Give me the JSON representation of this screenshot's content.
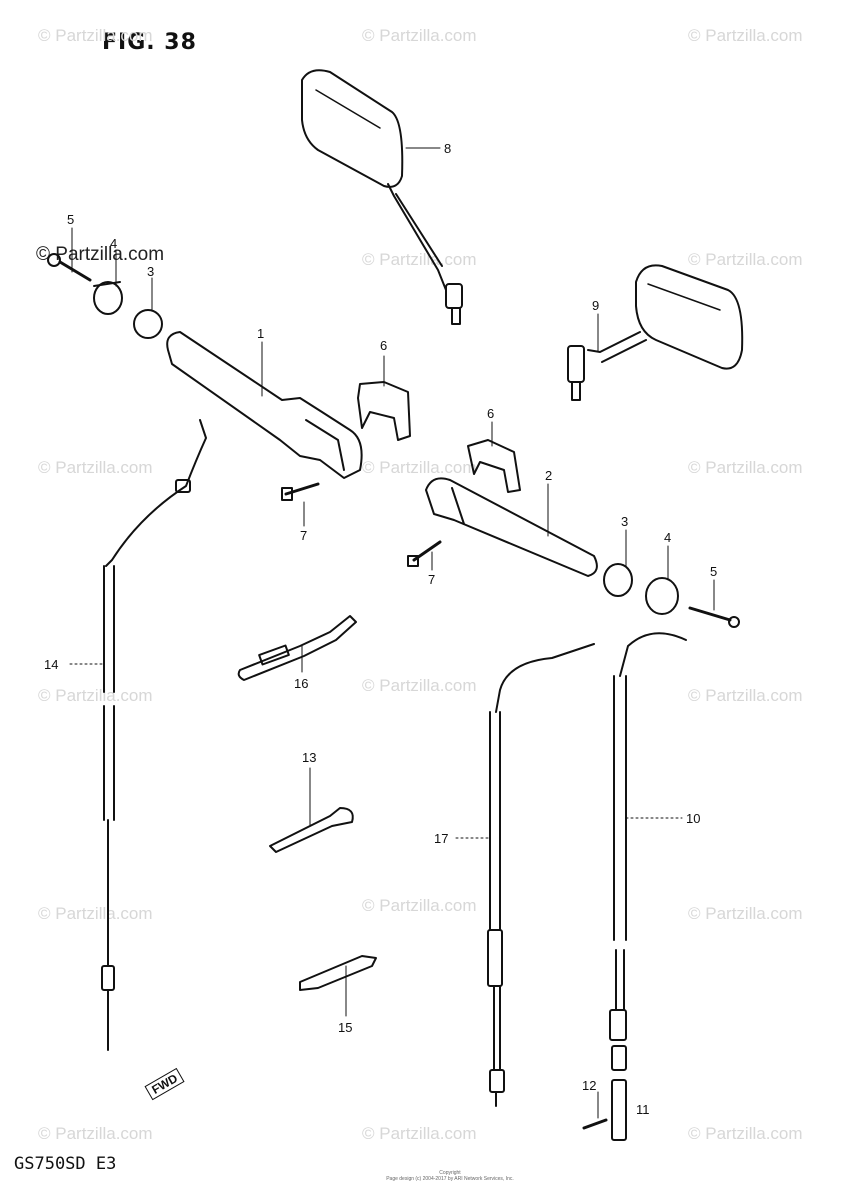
{
  "figure_title": "FIG. 38",
  "model_label": "GS750SD E3",
  "watermark_text": "© Partzilla.com",
  "fwd_label": "FWD",
  "copyright_lines": [
    "Copyright",
    "Page design (c) 2004-2017 by ARI Network Services, Inc."
  ],
  "callouts": {
    "c1": "1",
    "c2": "2",
    "c3a": "3",
    "c3b": "3",
    "c4a": "4",
    "c4b": "4",
    "c5a": "5",
    "c5b": "5",
    "c6a": "6",
    "c6b": "6",
    "c7a": "7",
    "c7b": "7",
    "c8": "8",
    "c9": "9",
    "c10": "10",
    "c11": "11",
    "c12": "12",
    "c13": "13",
    "c14": "14",
    "c15": "15",
    "c16": "16",
    "c17": "17"
  },
  "colors": {
    "line": "#111111",
    "watermark": "#d7d7d7",
    "background": "#ffffff"
  }
}
